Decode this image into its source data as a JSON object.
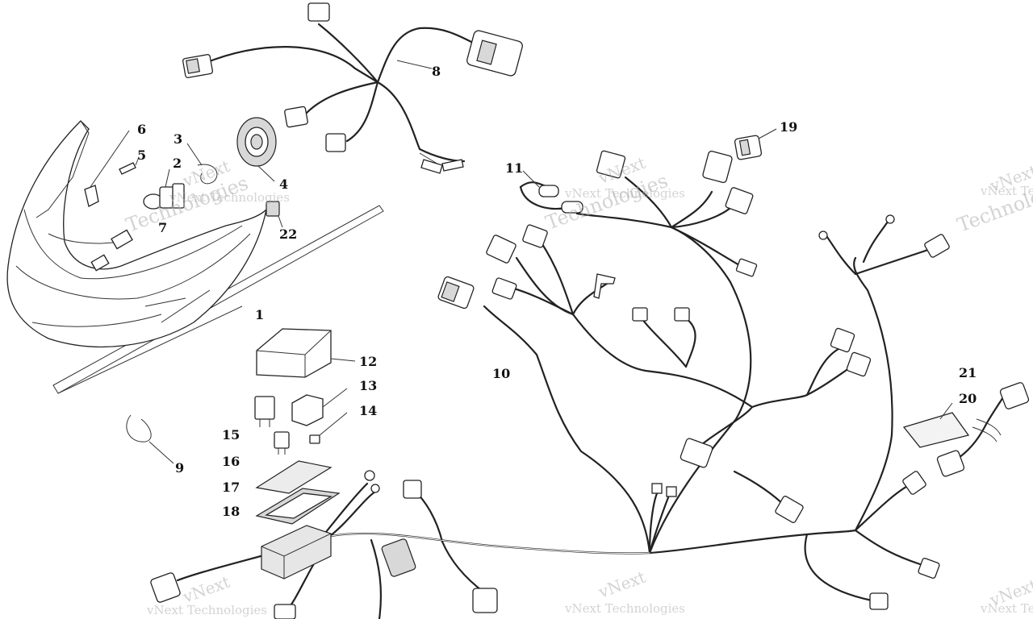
{
  "watermark": {
    "brand": "vNext",
    "line1": "vNext Technologies",
    "line2": "Technologies"
  },
  "callouts": [
    "1",
    "2",
    "3",
    "4",
    "5",
    "6",
    "7",
    "8",
    "9",
    "10",
    "11",
    "12",
    "13",
    "14",
    "15",
    "16",
    "17",
    "18",
    "19",
    "20",
    "21",
    "22"
  ],
  "colors": {
    "ink": "#222222",
    "watermark": "#b0b0b0",
    "background": "#ffffff"
  }
}
